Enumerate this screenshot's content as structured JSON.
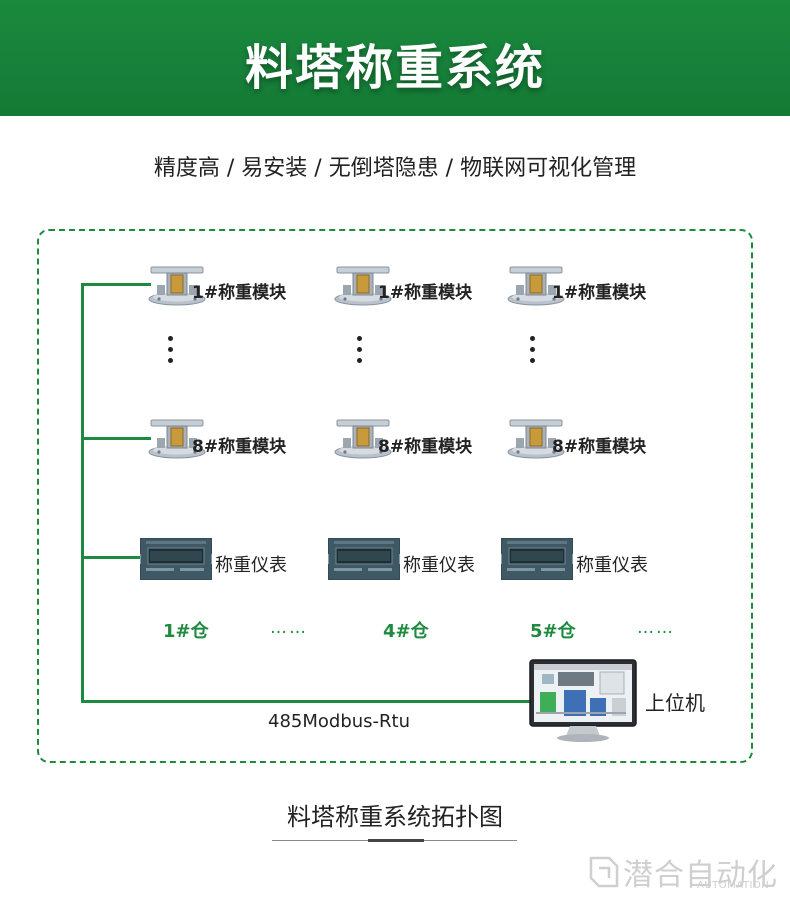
{
  "banner": {
    "title": "料塔称重系统"
  },
  "subtitle": "精度高 / 易安装 / 无倒塔隐患 / 物联网可视化管理",
  "modules": {
    "top_row": [
      {
        "label": "1#称重模块"
      },
      {
        "label": "1#称重模块"
      },
      {
        "label": "1#称重模块"
      }
    ],
    "bottom_row": [
      {
        "label": "8#称重模块"
      },
      {
        "label": "8#称重模块"
      },
      {
        "label": "8#称重模块"
      }
    ]
  },
  "meters": [
    {
      "label": "称重仪表"
    },
    {
      "label": "称重仪表"
    },
    {
      "label": "称重仪表"
    }
  ],
  "bins": {
    "items": [
      {
        "label": "1#仓"
      },
      {
        "label": "4#仓"
      },
      {
        "label": "5#仓"
      }
    ],
    "ellipsis": "……"
  },
  "host": {
    "label": "上位机"
  },
  "protocol": "485Modbus-Rtu",
  "caption": "料塔称重系统拓扑图",
  "logo": {
    "cn": "潜合自动化",
    "en": "AUTOMATION"
  },
  "colors": {
    "brand_green": "#1e8a40",
    "banner_green": "#17803a"
  }
}
